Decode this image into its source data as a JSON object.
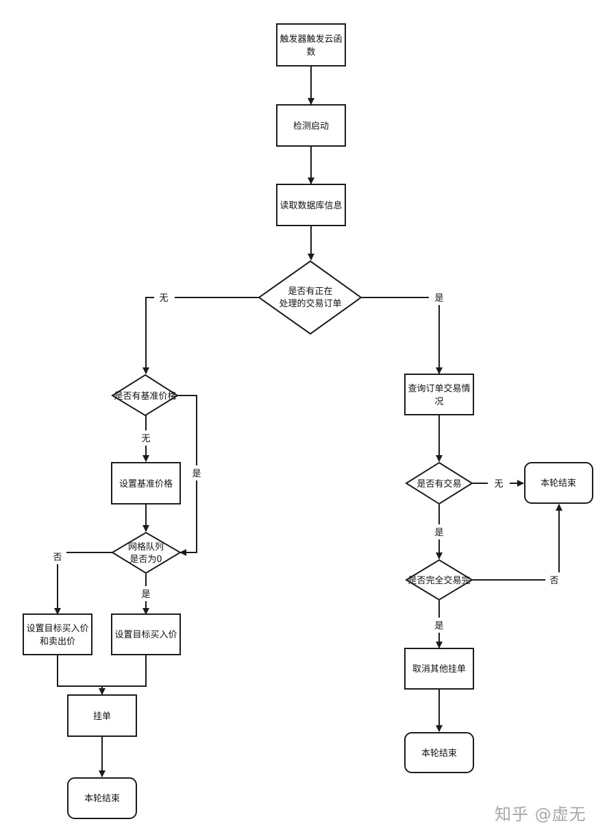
{
  "nodes": {
    "trigger_l1": "触发器触发云函",
    "trigger_l2": "数",
    "detect": "检测启动",
    "read_db": "读取数据库信息",
    "d_processing_l1": "是否有正在",
    "d_processing_l2": "处理的交易订单",
    "d_base_price": "是否有基准价格",
    "set_base_price": "设置基准价格",
    "d_grid_l1": "网格队列",
    "d_grid_l2": "是否为0",
    "set_buy_sell_l1": "设置目标买入价",
    "set_buy_sell_l2": "和卖出价",
    "set_buy": "设置目标买入价",
    "place_order": "挂单",
    "end_left": "本轮结束",
    "query_order_l1": "查询订单交易情",
    "query_order_l2": "况",
    "d_has_trade": "是否有交易",
    "end_right_top": "本轮结束",
    "d_complete": "是否完全交易完",
    "cancel_orders": "取消其他挂单",
    "end_right_bottom": "本轮结束"
  },
  "edge_labels": {
    "none_left": "无",
    "yes_right": "是",
    "none_base": "无",
    "yes_base": "是",
    "no_grid": "否",
    "yes_grid": "是",
    "none_trade": "无",
    "yes_trade": "是",
    "no_complete": "否",
    "yes_complete": "是"
  },
  "watermark": "知乎 @虚无"
}
